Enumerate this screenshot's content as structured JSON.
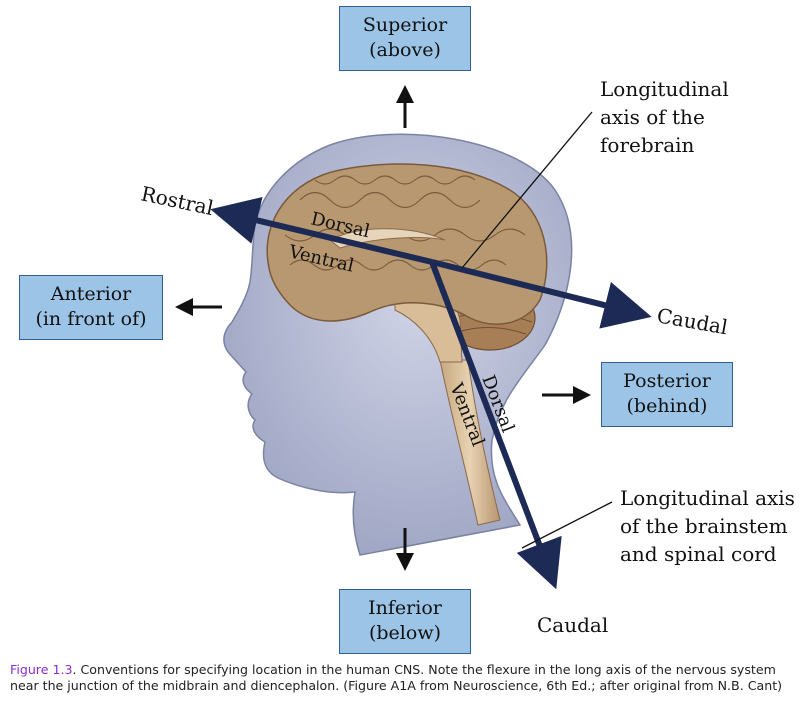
{
  "labels": {
    "superior": {
      "line1": "Superior",
      "line2": "(above)"
    },
    "anterior": {
      "line1": "Anterior",
      "line2": "(in front of)"
    },
    "posterior": {
      "line1": "Posterior",
      "line2": "(behind)"
    },
    "inferior": {
      "line1": "Inferior",
      "line2": "(below)"
    },
    "forebrain_axis": [
      "Longitudinal",
      "axis of the",
      "forebrain"
    ],
    "brainstem_axis": [
      "Longitudinal axis",
      "of the brainstem",
      "and spinal cord"
    ],
    "rostral": "Rostral",
    "caudal_forebrain": "Caudal",
    "caudal_brainstem": "Caudal",
    "dorsal_forebrain": "Dorsal",
    "ventral_forebrain": "Ventral",
    "dorsal_brainstem": "Dorsal",
    "ventral_brainstem": "Ventral"
  },
  "caption": {
    "figure_label": "Figure 1.3",
    "text": ". Conventions for specifying location in the human CNS. Note the flexure in the long axis of the nervous system near the junction of the midbrain and diencephalon. (Figure A1A from Neuroscience, 6th Ed.; after original from N.B. Cant)"
  },
  "colors": {
    "label_box": "#9cc4e7",
    "axis_arrow": "#1c2a55",
    "head": "#b4bad3",
    "brain": "#b89870",
    "caption_figure_label": "#8b2ed0"
  }
}
